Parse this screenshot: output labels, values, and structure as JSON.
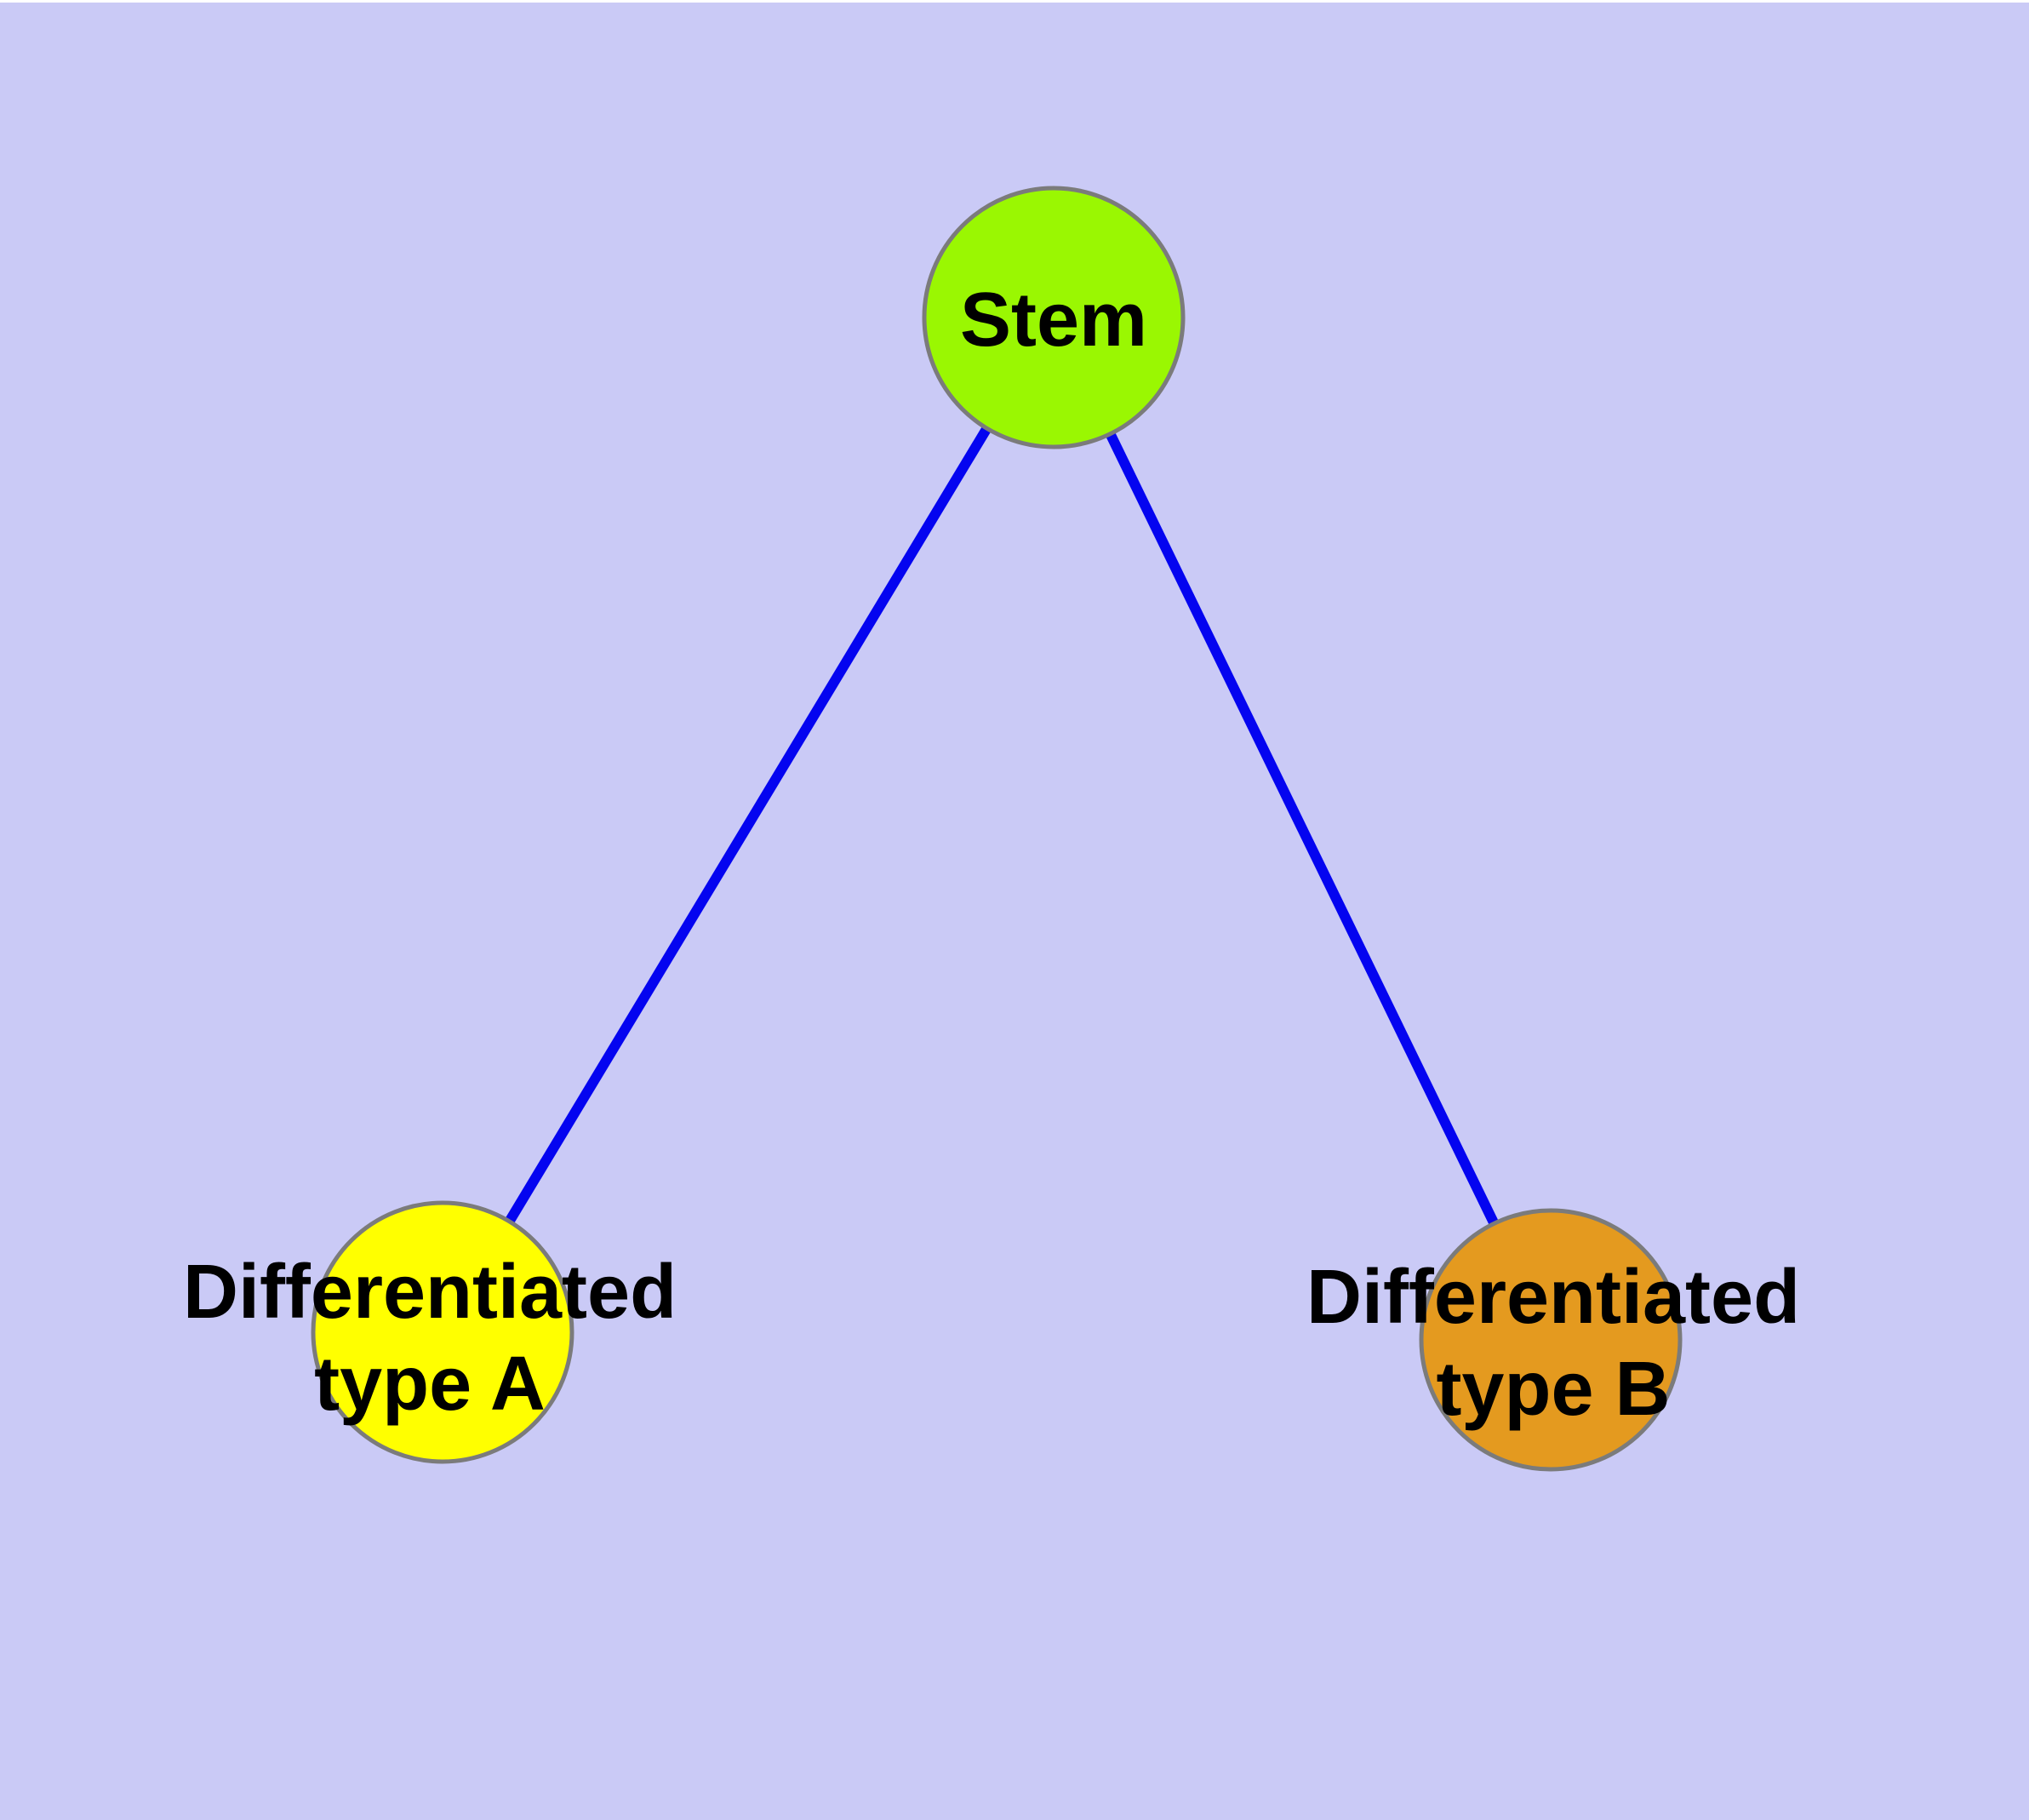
{
  "diagram": {
    "type": "node-link-graph",
    "background_color": "#CACAF6",
    "top_margin_color": "#FFFFFF",
    "edge_color": "#0404F0",
    "node_border_color": "#7B7B7B",
    "label_color": "#000000",
    "nodes": [
      {
        "id": "stem",
        "lines": [
          "Stem"
        ],
        "color": "#9AF702"
      },
      {
        "id": "differentiated-type-a",
        "lines": [
          "Differentiated",
          "type A"
        ],
        "color": "#FFFF00"
      },
      {
        "id": "differentiated-type-b",
        "lines": [
          "Differentiated",
          "type B"
        ],
        "color": "#E49A1F"
      }
    ],
    "edges": [
      {
        "from": "Stem",
        "to": "Differentiated type A"
      },
      {
        "from": "Stem",
        "to": "Differentiated type B"
      }
    ]
  }
}
